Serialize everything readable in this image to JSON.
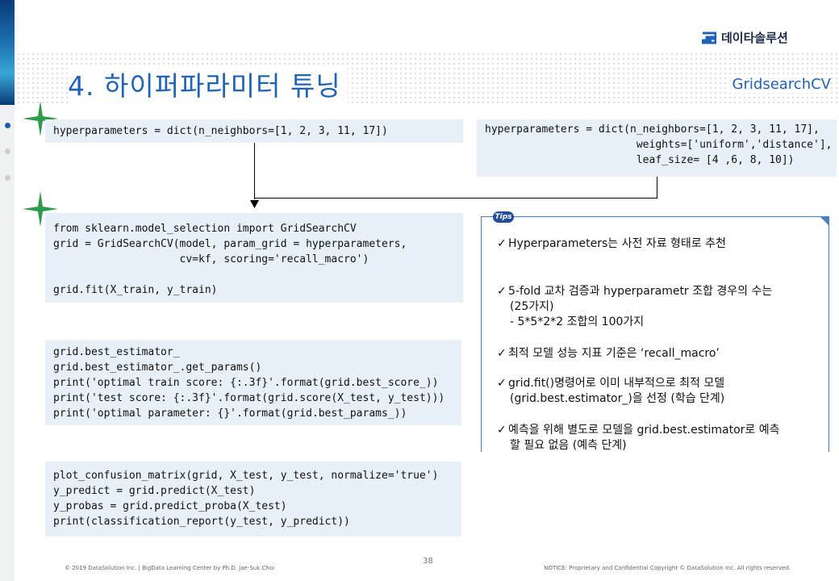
{
  "logo": {
    "text": "데이타솔루션",
    "icon": "logo-mark-icon"
  },
  "title": "4. 하이퍼파라미터 튜닝",
  "subtitle": "GridsearchCV",
  "colors": {
    "accent": "#1f63b6",
    "code_bg": "#e8f0f7",
    "star": "#2e9b4a"
  },
  "code_blocks": {
    "hp_simple": "hyperparameters = dict(n_neighbors=[1, 2, 3, 11, 17])",
    "hp_full": "hyperparameters = dict(n_neighbors=[1, 2, 3, 11, 17],\n                        weights=['uniform','distance'],\n                        leaf_size= [4 ,6, 8, 10])",
    "gridsearch": "from sklearn.model_selection import GridSearchCV\ngrid = GridSearchCV(model, param_grid = hyperparameters,\n                    cv=kf, scoring='recall_macro')\n\ngrid.fit(X_train, y_train)",
    "best": "grid.best_estimator_\ngrid.best_estimator_.get_params()\nprint('optimal train score: {:.3f}'.format(grid.best_score_))\nprint('test score: {:.3f}'.format(grid.score(X_test, y_test)))\nprint('optimal parameter: {}'.format(grid.best_params_))",
    "predict": "plot_confusion_matrix(grid, X_test, y_test, normalize='true')\ny_predict = grid.predict(X_test)\ny_probas = grid.predict_proba(X_test)\nprint(classification_report(y_test, y_predict))"
  },
  "tips": {
    "badge": "Tips",
    "items": [
      {
        "line1": "Hyperparameters는 사전 자료 형태로 추천"
      },
      {
        "line1": "5-fold 교차 검증과 hyperparametr 조합 경우의 수는",
        "line2": "(25가지)",
        "line3": "- 5*5*2*2 조합의 100가지"
      },
      {
        "line1": "최적 모델 성능 지표 기준은 ‘recall_macro’"
      },
      {
        "line1": "grid.fit()명령어로 이미 내부적으로 최적 모델",
        "line2": "(grid.best.estimator_)을 선정 (학습 단계)"
      },
      {
        "line1": "예측을 위해 별도로 모델을 grid.best.estimator로 예측",
        "line2": "할 필요 없음 (예측 단계)"
      }
    ]
  },
  "footer": {
    "left": "© 2019 DataSolution Inc. | BigData Learning Center by Ph.D. Jae-Suk Choi",
    "page": "38",
    "right": "NOTICE: Proprietary and Confidential Copyright © DataSolution Inc. All rights reserved."
  }
}
